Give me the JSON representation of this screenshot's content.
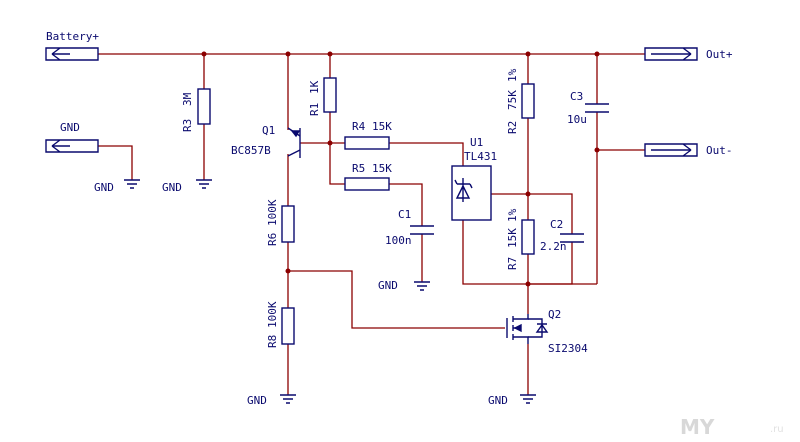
{
  "ports": {
    "battery_plus": "Battery+",
    "gnd_in": "GND",
    "out_plus": "Out+",
    "out_minus": "Out-"
  },
  "components": {
    "r3": {
      "ref": "R3",
      "value": "3M"
    },
    "r1": {
      "ref": "R1",
      "value": "1K"
    },
    "r4": {
      "ref": "R4",
      "value": "15K"
    },
    "r5": {
      "ref": "R5",
      "value": "15K"
    },
    "r2": {
      "ref": "R2",
      "value": "75K",
      "tol": "1%"
    },
    "r7": {
      "ref": "R7",
      "value": "15K",
      "tol": "1%"
    },
    "r6": {
      "ref": "R6",
      "value": "100K"
    },
    "r8": {
      "ref": "R8",
      "value": "100K"
    },
    "c1": {
      "ref": "C1",
      "value": "100n"
    },
    "c2": {
      "ref": "C2",
      "value": "2.2n"
    },
    "c3": {
      "ref": "C3",
      "value": "10u"
    },
    "q1": {
      "ref": "Q1",
      "value": "BC857B"
    },
    "q2": {
      "ref": "Q2",
      "value": "SI2304"
    },
    "u1": {
      "ref": "U1",
      "value": "TL431"
    }
  },
  "gnd_label": "GND",
  "watermark": {
    "main": "MY",
    "small": ".ru"
  }
}
